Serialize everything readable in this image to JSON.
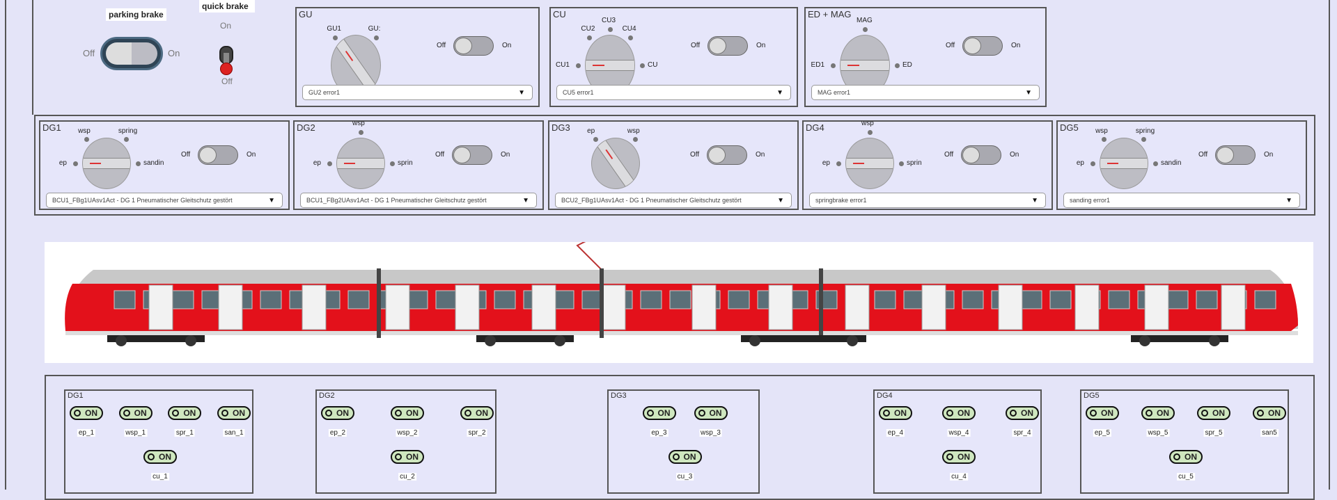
{
  "parking_brake": {
    "label": "parking brake",
    "off": "Off",
    "on": "On"
  },
  "quick_brake": {
    "label": "quick brake",
    "on": "On",
    "off": "Off"
  },
  "top_panels": [
    {
      "title": "GU",
      "angle": -55,
      "positions": [
        {
          "label": "GU1",
          "dir": "ul"
        },
        {
          "label": "GU:",
          "dir": "ur"
        }
      ],
      "toggle_off": "Off",
      "toggle_on": "On",
      "dropdown": "GU2 error1"
    },
    {
      "title": "CU",
      "angle": 0,
      "positions": [
        {
          "label": "CU1",
          "dir": "l"
        },
        {
          "label": "CU2",
          "dir": "ul"
        },
        {
          "label": "CU3",
          "dir": "u"
        },
        {
          "label": "CU4",
          "dir": "ur"
        },
        {
          "label": "CU",
          "dir": "r"
        }
      ],
      "toggle_off": "Off",
      "toggle_on": "On",
      "dropdown": "CU5 error1"
    },
    {
      "title": "ED + MAG",
      "angle": 0,
      "positions": [
        {
          "label": "ED1",
          "dir": "l"
        },
        {
          "label": "MAG",
          "dir": "u"
        },
        {
          "label": "ED",
          "dir": "r"
        }
      ],
      "toggle_off": "Off",
      "toggle_on": "On",
      "dropdown": "MAG error1"
    }
  ],
  "dg_panels": [
    {
      "title": "DG1",
      "angle": 0,
      "positions": [
        {
          "label": "ep",
          "dir": "l"
        },
        {
          "label": "wsp",
          "dir": "ul"
        },
        {
          "label": "spring",
          "dir": "ur"
        },
        {
          "label": "sandin",
          "dir": "r"
        }
      ],
      "toggle_off": "Off",
      "toggle_on": "On",
      "dropdown": "BCU1_FBg1UAsv1Act - DG 1 Pneumatischer Gleitschutz gestört"
    },
    {
      "title": "DG2",
      "angle": 0,
      "positions": [
        {
          "label": "ep",
          "dir": "l"
        },
        {
          "label": "wsp",
          "dir": "u"
        },
        {
          "label": "sprin",
          "dir": "r"
        }
      ],
      "toggle_off": "Off",
      "toggle_on": "On",
      "dropdown": "BCU1_FBg2UAsv1Act - DG 1 Pneumatischer Gleitschutz gestört"
    },
    {
      "title": "DG3",
      "angle": -55,
      "positions": [
        {
          "label": "ep",
          "dir": "ul"
        },
        {
          "label": "wsp",
          "dir": "ur"
        }
      ],
      "toggle_off": "Off",
      "toggle_on": "On",
      "dropdown": "BCU2_FBg1UAsv1Act - DG 1 Pneumatischer Gleitschutz gestört"
    },
    {
      "title": "DG4",
      "angle": 0,
      "positions": [
        {
          "label": "ep",
          "dir": "l"
        },
        {
          "label": "wsp",
          "dir": "u"
        },
        {
          "label": "sprin",
          "dir": "r"
        }
      ],
      "toggle_off": "Off",
      "toggle_on": "On",
      "dropdown": "springbrake error1"
    },
    {
      "title": "DG5",
      "angle": 0,
      "positions": [
        {
          "label": "ep",
          "dir": "l"
        },
        {
          "label": "wsp",
          "dir": "ul"
        },
        {
          "label": "spring",
          "dir": "ur"
        },
        {
          "label": "sandin",
          "dir": "r"
        }
      ],
      "toggle_off": "Off",
      "toggle_on": "On",
      "dropdown": "sanding error1"
    }
  ],
  "status_panels": [
    {
      "title": "DG1",
      "row": [
        "ep_1",
        "wsp_1",
        "spr_1",
        "san_1"
      ],
      "bottom": "cu_1",
      "state": "ON"
    },
    {
      "title": "DG2",
      "row": [
        "ep_2",
        "wsp_2",
        "spr_2"
      ],
      "bottom": "cu_2",
      "state": "ON"
    },
    {
      "title": "DG3",
      "row": [
        "ep_3",
        "wsp_3"
      ],
      "bottom": "cu_3",
      "state": "ON"
    },
    {
      "title": "DG4",
      "row": [
        "ep_4",
        "wsp_4",
        "spr_4"
      ],
      "bottom": "cu_4",
      "state": "ON"
    },
    {
      "title": "DG5",
      "row": [
        "ep_5",
        "wsp_5",
        "spr_5",
        "san5"
      ],
      "bottom": "cu_5",
      "state": "ON"
    }
  ],
  "colors": {
    "background": "#e4e4f8",
    "train_red": "#e3111b",
    "indicator_on": "#cfe7bf",
    "knob_marker": "#d33333"
  }
}
